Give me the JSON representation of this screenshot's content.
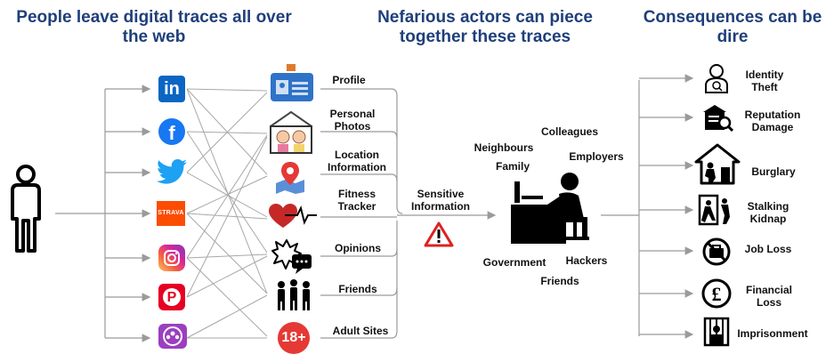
{
  "headings": {
    "left": "People leave digital traces all over the web",
    "middle": "Nefarious actors can piece together these traces",
    "right": "Consequences can be dire"
  },
  "social_platforms": [
    {
      "icon": "linkedin-icon",
      "label": "in",
      "color": "#0a66c2"
    },
    {
      "icon": "facebook-icon",
      "label": "f",
      "color": "#1877f2"
    },
    {
      "icon": "twitter-icon",
      "label": "",
      "color": "#1da1f2"
    },
    {
      "icon": "strava-icon",
      "label": "STRAVA",
      "color": "#fc4c02"
    },
    {
      "icon": "instagram-icon",
      "label": "",
      "color": "#d6249f"
    },
    {
      "icon": "pinterest-icon",
      "label": "P",
      "color": "#e60023"
    },
    {
      "icon": "community-icon",
      "label": "",
      "color": "#9b3fbf"
    }
  ],
  "trace_types": [
    {
      "icon": "profile-card-icon",
      "label": "Profile"
    },
    {
      "icon": "personal-photos-icon",
      "label": "Personal\nPhotos"
    },
    {
      "icon": "location-pin-icon",
      "label": "Location\nInformation"
    },
    {
      "icon": "heartbeat-icon",
      "label": "Fitness\nTracker"
    },
    {
      "icon": "speech-burst-icon",
      "label": "Opinions"
    },
    {
      "icon": "friends-group-icon",
      "label": "Friends"
    },
    {
      "icon": "adult-18-icon",
      "label": "Adult Sites",
      "badge": "18+"
    }
  ],
  "sensitive": {
    "label": "Sensitive\nInformation",
    "icon": "warning-triangle-icon"
  },
  "actors": [
    {
      "label": "Colleagues"
    },
    {
      "label": "Neighbours"
    },
    {
      "label": "Family"
    },
    {
      "label": "Employers"
    },
    {
      "label": "Government"
    },
    {
      "label": "Hackers"
    },
    {
      "label": "Friends"
    }
  ],
  "consequences": [
    {
      "icon": "identity-theft-icon",
      "label": "Identity\nTheft"
    },
    {
      "icon": "reputation-damage-icon",
      "label": "Reputation\nDamage"
    },
    {
      "icon": "burglary-icon",
      "label": "Burglary"
    },
    {
      "icon": "stalking-icon",
      "label": "Stalking\nKidnap"
    },
    {
      "icon": "job-loss-icon",
      "label": "Job Loss"
    },
    {
      "icon": "financial-loss-icon",
      "label": "Financial\nLoss",
      "symbol": "£"
    },
    {
      "icon": "imprisonment-icon",
      "label": "Imprisonment"
    }
  ],
  "colors": {
    "heading": "#1f3f7a",
    "lines": "#9a9a9a",
    "warning": "#e02020"
  }
}
